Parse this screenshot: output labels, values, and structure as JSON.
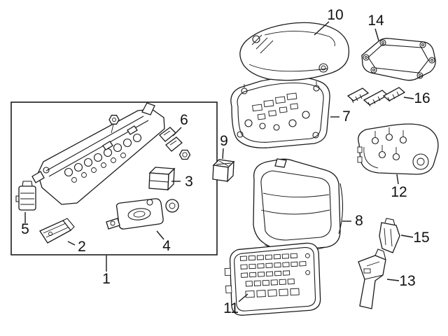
{
  "diagram": {
    "background_color": "#ffffff",
    "line_color": "#1a1a1a",
    "callouts": [
      {
        "label": "1"
      },
      {
        "label": "2"
      },
      {
        "label": "3"
      },
      {
        "label": "4"
      },
      {
        "label": "5"
      },
      {
        "label": "6"
      },
      {
        "label": "7"
      },
      {
        "label": "8"
      },
      {
        "label": "9"
      },
      {
        "label": "10"
      },
      {
        "label": "11"
      },
      {
        "label": "12"
      },
      {
        "label": "13"
      },
      {
        "label": "14"
      },
      {
        "label": "15"
      },
      {
        "label": "16"
      }
    ]
  }
}
